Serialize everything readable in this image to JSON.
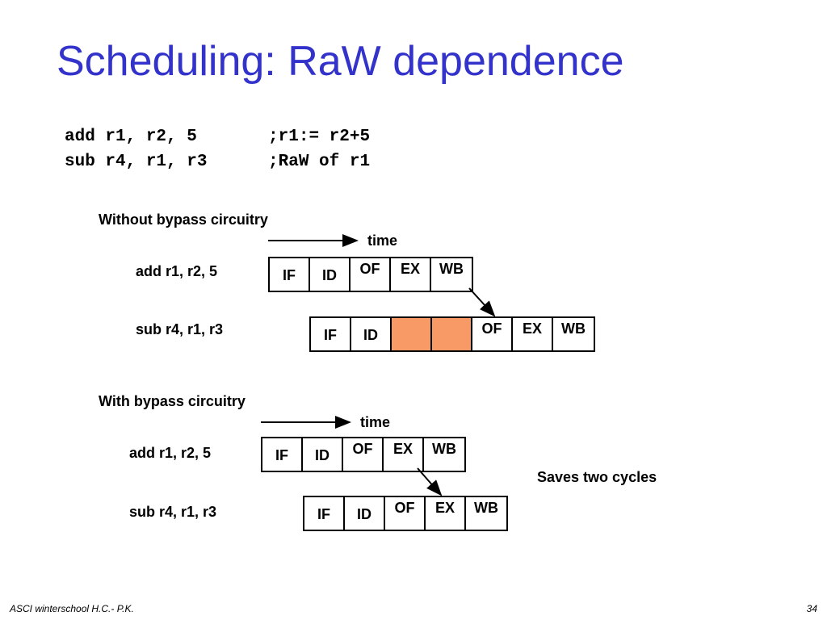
{
  "title": "Scheduling: RaW dependence",
  "code": {
    "line1": "add r1, r2, 5       ;r1:= r2+5",
    "line2": "sub r4, r1, r3      ;RaW of r1"
  },
  "without_bypass": {
    "heading": "Without bypass circuitry",
    "time_label": "time",
    "instr1": {
      "label": "add r1, r2, 5",
      "stages": [
        "IF",
        "ID",
        "OF",
        "EX",
        "WB"
      ]
    },
    "instr2": {
      "label": "sub r4, r1, r3",
      "stages": [
        "IF",
        "ID",
        "",
        "",
        "OF",
        "EX",
        "WB"
      ]
    },
    "stall_count": 2
  },
  "with_bypass": {
    "heading": "With bypass circuitry",
    "time_label": "time",
    "instr1": {
      "label": "add r1, r2, 5",
      "stages": [
        "IF",
        "ID",
        "OF",
        "EX",
        "WB"
      ]
    },
    "instr2": {
      "label": "sub r4, r1, r3",
      "stages": [
        "IF",
        "ID",
        "OF",
        "EX",
        "WB"
      ]
    },
    "note": "Saves two cycles"
  },
  "colors": {
    "title": "#3333cc",
    "stall": "#f79a66"
  },
  "footer": "ASCI winterschool  H.C.- P.K.",
  "page_number": "34"
}
